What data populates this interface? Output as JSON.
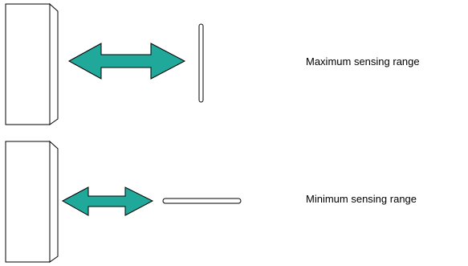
{
  "colors": {
    "arrow_fill": "#20a99b",
    "stroke": "#000000",
    "background": "#ffffff"
  },
  "rows": [
    {
      "label": "Maximum sensing range",
      "target_orientation": "vertical"
    },
    {
      "label": "Minimum sensing range",
      "target_orientation": "horizontal"
    }
  ]
}
